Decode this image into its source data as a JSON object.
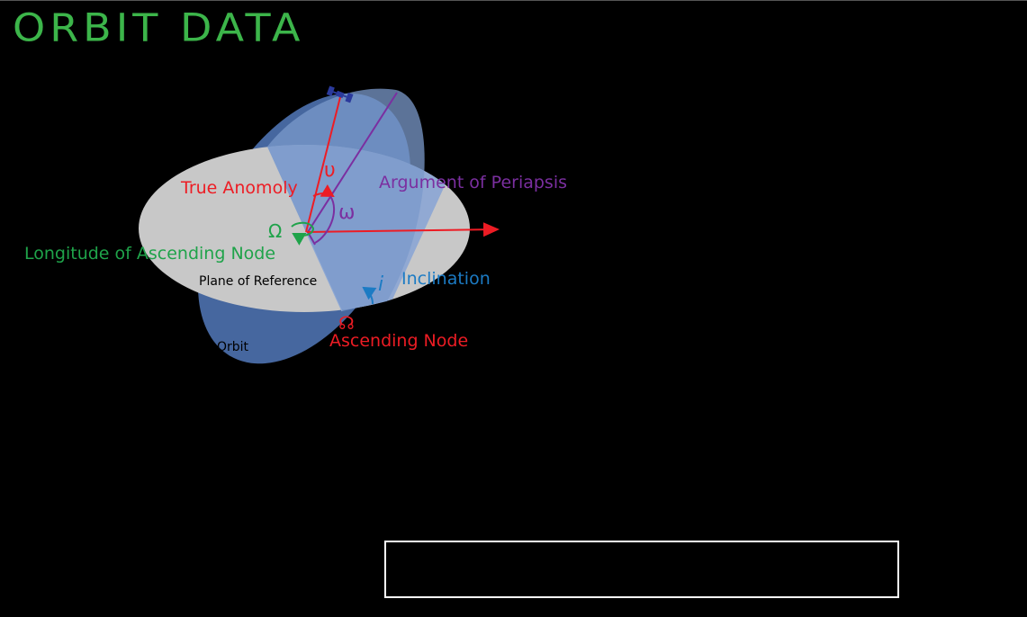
{
  "title": "ORBIT DATA",
  "labels": {
    "true_anomaly": "True Anomoly",
    "true_anomaly_symbol": "υ",
    "argument_of_periapsis": "Argument of Periapsis",
    "argument_symbol": "ω",
    "longitude_symbol": "Ω",
    "longitude_of_ascending_node": "Longitude of Ascending Node",
    "plane_of_reference": "Plane of Reference",
    "inclination_symbol": "i",
    "inclination": "Inclination",
    "ascending_node_symbol": "☊",
    "ascending_node": "Ascending Node",
    "orbit": "Orbit"
  },
  "readout": {
    "text": ""
  },
  "colors": {
    "title": "#3cb54a",
    "true_anomaly": "#ed1c24",
    "argument": "#7b2fa0",
    "longitude": "#1fa34a",
    "inclination": "#1c7bc4",
    "ascending_node": "#ed1c24",
    "reference_plane": "#c8c8c8",
    "orbit_plane": "#5a7fb8",
    "satellite": "#2b3a9c"
  }
}
